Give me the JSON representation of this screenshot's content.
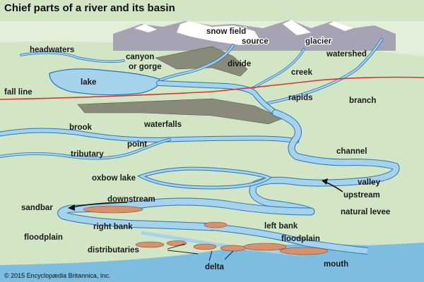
{
  "title": "Chief parts of a river and its basin",
  "copyright": "© 2015 Encyclopædia Britannica, Inc.",
  "labels": {
    "snow_field": "snow field",
    "source": "source",
    "glacier": "glacier",
    "headwaters": "headwaters",
    "canyon_line1": "canyon",
    "canyon_line2": "or gorge",
    "watershed": "watershed",
    "divide": "divide",
    "creek": "creek",
    "lake": "lake",
    "fall_line": "fall line",
    "rapids": "rapids",
    "branch": "branch",
    "brook": "brook",
    "waterfalls": "waterfalls",
    "point": "point",
    "tributary": "tributary",
    "channel": "channel",
    "oxbow_lake": "oxbow lake",
    "valley": "valley",
    "upstream": "upstream",
    "downstream": "downstream",
    "sandbar": "sandbar",
    "natural_levee": "natural levee",
    "right_bank": "right bank",
    "left_bank": "left bank",
    "floodplain_left": "floodplain",
    "floodplain_right": "floodplain",
    "distributaries": "distributaries",
    "delta": "delta",
    "mouth": "mouth"
  },
  "colors": {
    "land": "#d2e6c6",
    "land_far": "#e3efd8",
    "water": "#a6d3ec",
    "water_edge": "#2b74b8",
    "sea": "#7cbde0",
    "sand": "#d6926c",
    "mountain": "#a6a3b5",
    "snow": "#ffffff",
    "fall_line": "#d9362a",
    "cliff": "#8a8a7a"
  }
}
